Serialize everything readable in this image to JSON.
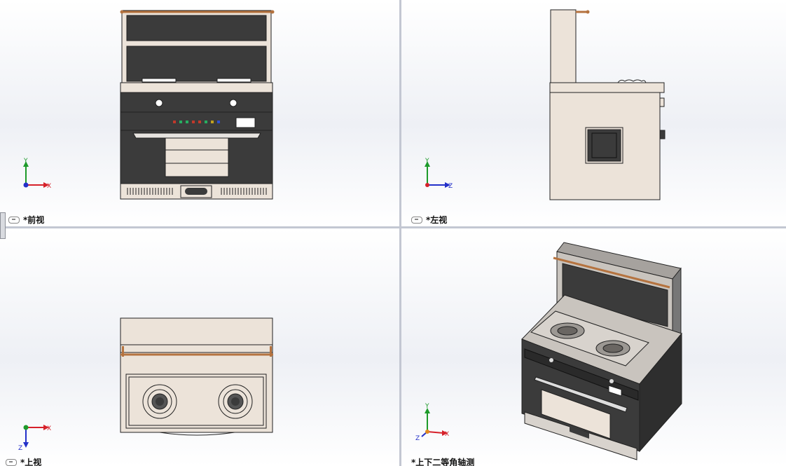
{
  "viewports": {
    "front": {
      "label": "*前视"
    },
    "left": {
      "label": "*左视"
    },
    "top": {
      "label": "*上视"
    },
    "iso": {
      "label": "*上下二等角轴测"
    }
  },
  "triad": {
    "x": "X",
    "y": "Y",
    "z": "Z"
  },
  "colors": {
    "body": "#ece3d9",
    "dark": "#3b3b3b",
    "rail": "#b5733f",
    "axis_x": "#d6212a",
    "axis_y": "#1d9a2a",
    "axis_z": "#2330c9"
  }
}
